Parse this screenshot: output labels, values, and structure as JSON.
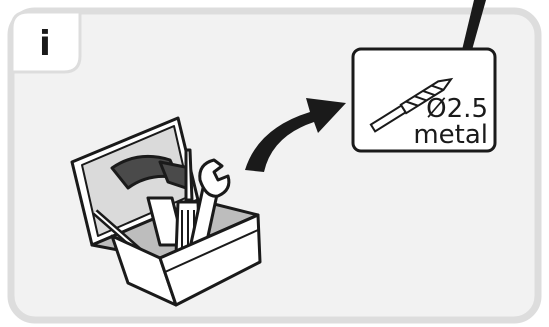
{
  "panel": {
    "info_badge_label": "i",
    "background_color": "#f2f2f2",
    "border_color": "#dddddd"
  },
  "callout": {
    "size_label": "Ø2.5",
    "material_label": "metal"
  },
  "colors": {
    "ink": "#1a1a1a",
    "hammer_head": "#4a4a4a",
    "toolbox_inside": "#bdbdbd"
  },
  "icons": [
    "info-icon",
    "toolbox-icon",
    "hammer-icon",
    "wrench-icon",
    "screwdriver-icon",
    "drill-bit-icon",
    "curved-arrow-icon"
  ]
}
